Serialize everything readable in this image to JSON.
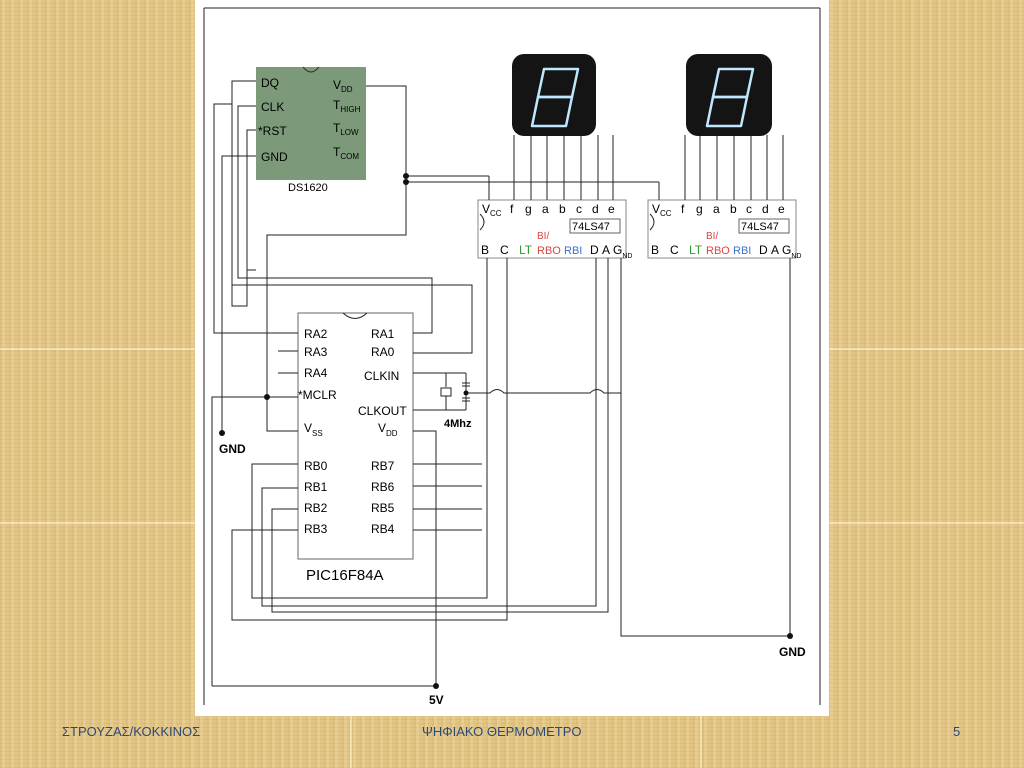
{
  "slide": {
    "footer_left": "ΣΤΡΟΥΖΑΣ/ΚΟΚΚΙΝΟΣ",
    "footer_center": "ΨΗΦΙΑΚΟ ΘΕΡΜΟΜΕΤΡΟ",
    "page_number": "5"
  },
  "colors": {
    "background": "#e6c98a",
    "sensor_fill": "#7c9a7a",
    "display_fill": "#141414",
    "segment": "#bfe8ff",
    "lt_label": "#2e9e2e",
    "rbo_label": "#d44",
    "rbi_label": "#3a73c8"
  },
  "diagram": {
    "sensor": {
      "name": "DS1620",
      "pins_left": [
        "DQ",
        "CLK",
        "*RST",
        "GND"
      ],
      "pins_right": [
        "V",
        "T",
        "T",
        "T"
      ],
      "pins_right_sub": [
        "DD",
        "HIGH",
        "LOW",
        "COM"
      ]
    },
    "decoder": {
      "name": "74LS47",
      "top_pins": [
        "f",
        "g",
        "a",
        "b",
        "c",
        "d",
        "e"
      ],
      "vcc": "V",
      "vcc_sub": "CC",
      "bi": "BI/",
      "bottom_b": "B",
      "bottom_c": "C",
      "lt": "LT",
      "rbo": "RBO",
      "rbi": "RBI",
      "bottom_d": "D",
      "bottom_a": "A",
      "bottom_g": "G",
      "bottom_g_sub": "ND"
    },
    "mcu": {
      "name": "PIC16F84A",
      "pins_left": [
        "RA2",
        "RA3",
        "RA4",
        "*MCLR",
        "V",
        "RB0",
        "RB1",
        "RB2",
        "RB3"
      ],
      "pins_left_sub_vss": "SS",
      "pins_right": [
        "RA1",
        "RA0",
        "CLKIN",
        "CLKOUT",
        "V",
        "RB7",
        "RB6",
        "RB5",
        "RB4"
      ],
      "pins_right_sub_vdd": "DD"
    },
    "crystal_label": "4Mhz",
    "gnd_label": "GND",
    "vcc_label": "5V"
  }
}
